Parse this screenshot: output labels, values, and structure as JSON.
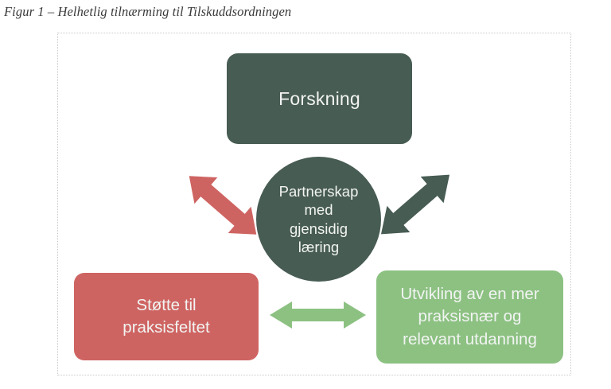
{
  "figure": {
    "caption": "Figur 1 – Helhetlig tilnærming til Tilskuddsordningen",
    "frame_style": "dotted",
    "frame_color": "#c9c9c9",
    "background": "#ffffff"
  },
  "nodes": {
    "forskning": {
      "label": "Forskning",
      "shape": "rounded-rectangle",
      "color": "#475c53",
      "text_color": "#f2f4f2",
      "position": "top-center"
    },
    "center": {
      "label": "Partnerskap\nmed\ngjensidig\nlæring",
      "shape": "circle",
      "color": "#475c53",
      "text_color": "#f2f4f2",
      "position": "center"
    },
    "stotte": {
      "label": "Støtte til\npraksisfeltet",
      "shape": "rounded-rectangle",
      "color": "#ce6462",
      "text_color": "#ffffff",
      "position": "bottom-left"
    },
    "utvikling": {
      "label": "Utvikling av en mer\npraksisnær og\nrelevant utdanning",
      "shape": "rounded-rectangle",
      "color": "#8cc182",
      "text_color": "#ffffff",
      "position": "bottom-right"
    }
  },
  "arrows": [
    {
      "id": "red-diagonal",
      "color": "#ce6462",
      "direction": "double-headed",
      "orientation": "diagonal-ne-sw",
      "connects": [
        "stotte",
        "forskning"
      ]
    },
    {
      "id": "dark-diagonal",
      "color": "#475c53",
      "direction": "double-headed",
      "orientation": "diagonal-nw-se",
      "connects": [
        "forskning",
        "utvikling"
      ]
    },
    {
      "id": "green-horizontal",
      "color": "#8cc182",
      "direction": "double-headed",
      "orientation": "horizontal",
      "connects": [
        "stotte",
        "utvikling"
      ]
    }
  ]
}
